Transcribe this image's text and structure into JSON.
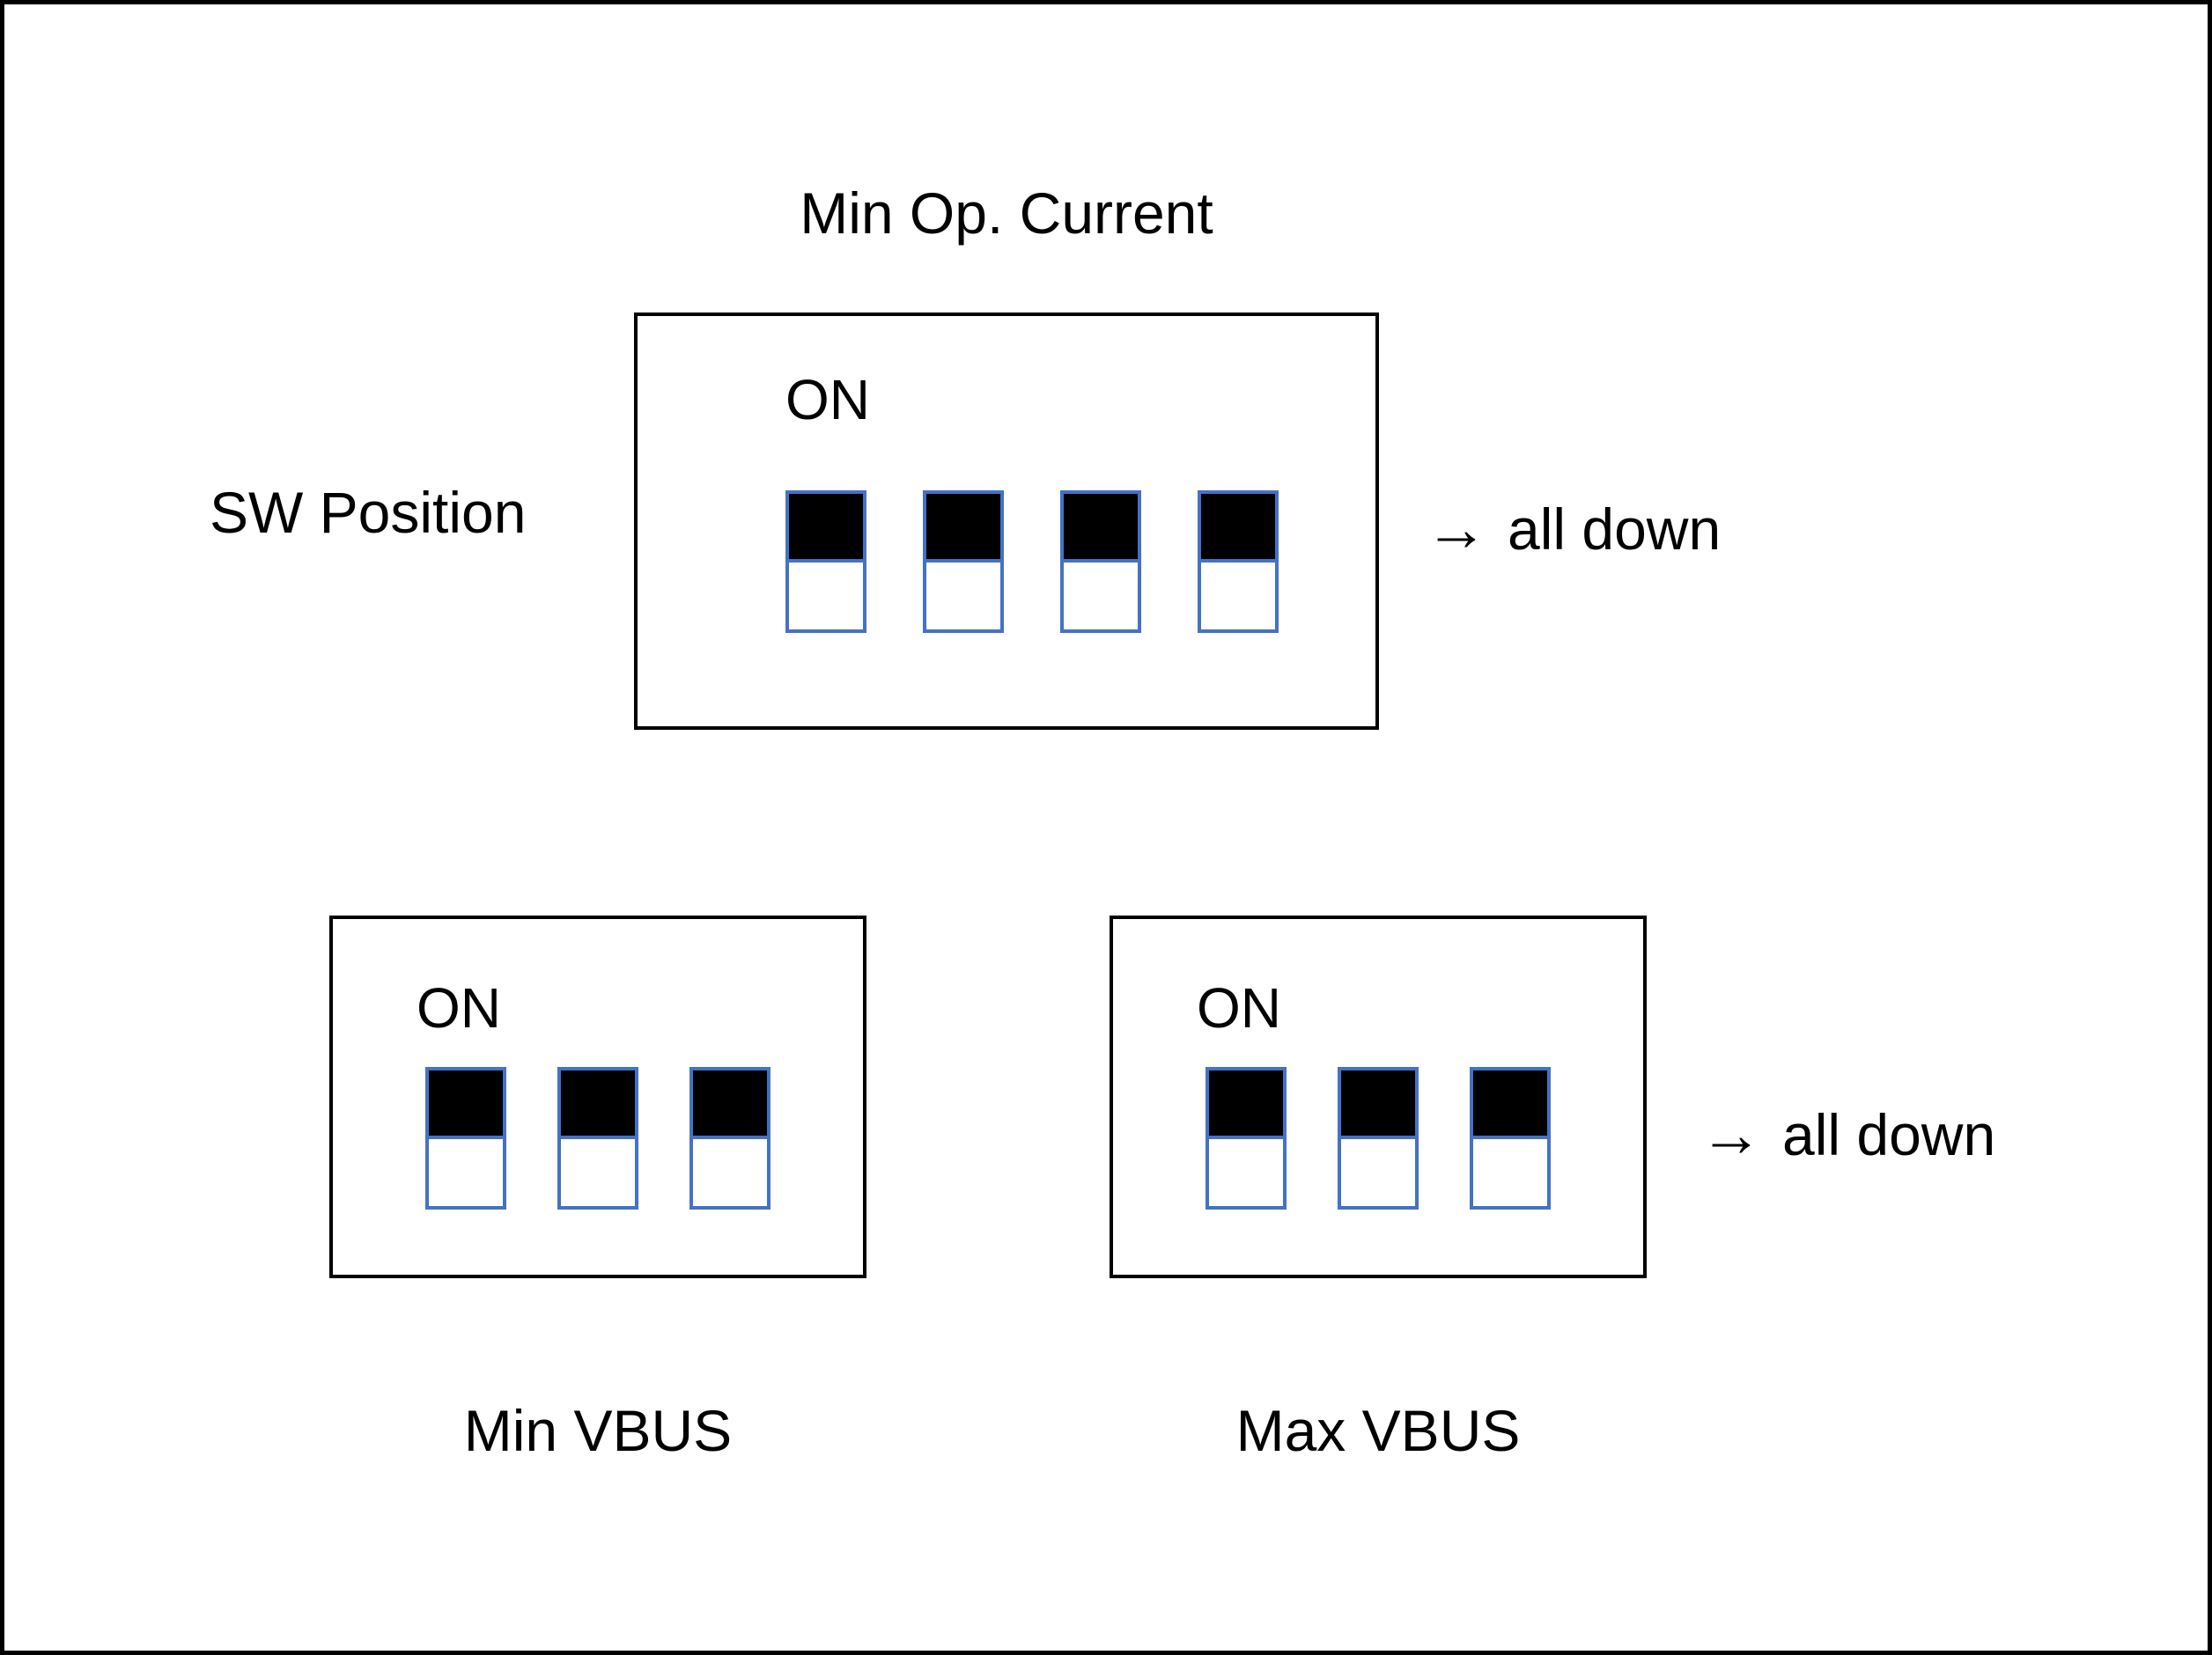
{
  "page": {
    "background": "#ffffff",
    "frame_border": "#000000"
  },
  "colors": {
    "switch_border": "#4472c4",
    "switch_on_fill": "#000000",
    "switch_off_fill": "#ffffff"
  },
  "top_section": {
    "title": "Min Op. Current",
    "side_label": "SW Position",
    "on_label": "ON",
    "switch_count": 4,
    "switch_states": [
      "down",
      "down",
      "down",
      "down"
    ],
    "annotation_arrow": "→",
    "annotation_text": "all down"
  },
  "bottom_left_section": {
    "caption": "Min VBUS",
    "on_label": "ON",
    "switch_count": 3,
    "switch_states": [
      "down",
      "down",
      "down"
    ]
  },
  "bottom_right_section": {
    "caption": "Max VBUS",
    "on_label": "ON",
    "switch_count": 3,
    "switch_states": [
      "down",
      "down",
      "down"
    ],
    "annotation_arrow": "→",
    "annotation_text": "all down"
  }
}
